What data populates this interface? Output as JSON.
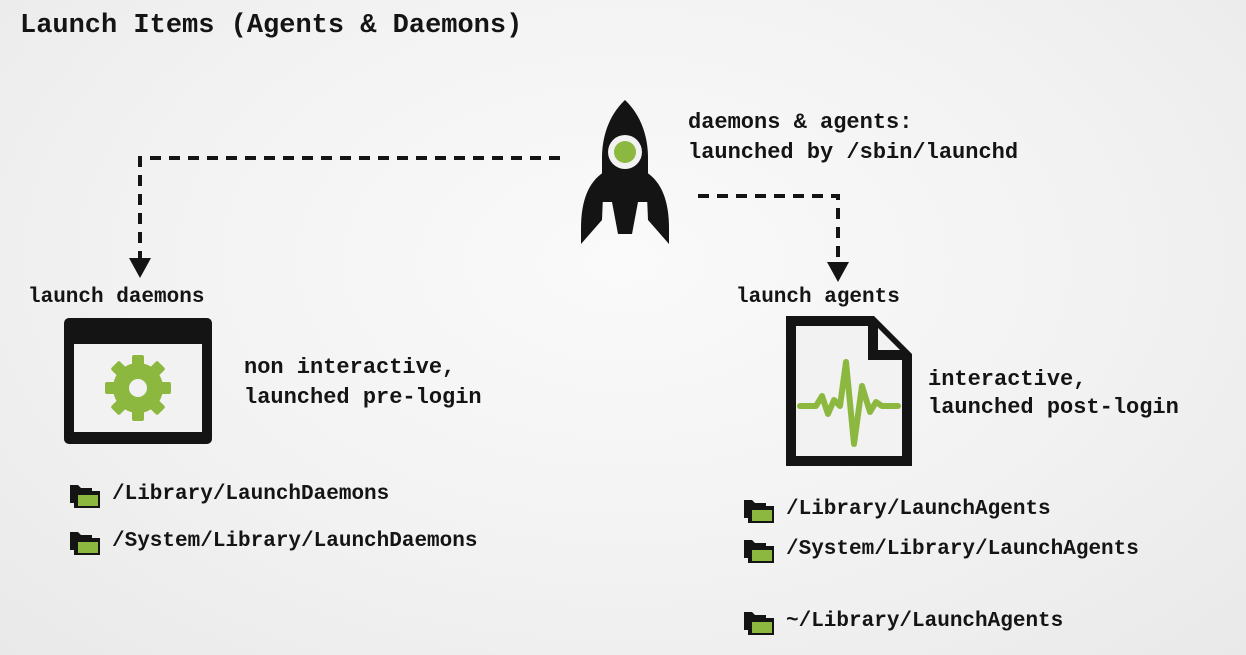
{
  "title": "Launch Items (Agents & Daemons)",
  "launcher": {
    "caption_line1": "daemons & agents:",
    "caption_line2": "launched by /sbin/launchd"
  },
  "daemons": {
    "heading": "launch daemons",
    "description_line1": "non interactive,",
    "description_line2": "launched pre-login",
    "paths": [
      "/Library/LaunchDaemons",
      "/System/Library/LaunchDaemons"
    ]
  },
  "agents": {
    "heading": "launch agents",
    "description_line1": "interactive,",
    "description_line2": "launched post-login",
    "paths": [
      "/Library/LaunchAgents",
      "/System/Library/LaunchAgents",
      "~/Library/LaunchAgents"
    ]
  },
  "colors": {
    "accent": "#8cb83f",
    "dark": "#141414",
    "background": "#f2f2f2"
  },
  "icons": {
    "launcher": "rocket-icon",
    "daemons": "window-gear-icon",
    "agents": "document-waveform-icon",
    "path": "folder-icon"
  }
}
